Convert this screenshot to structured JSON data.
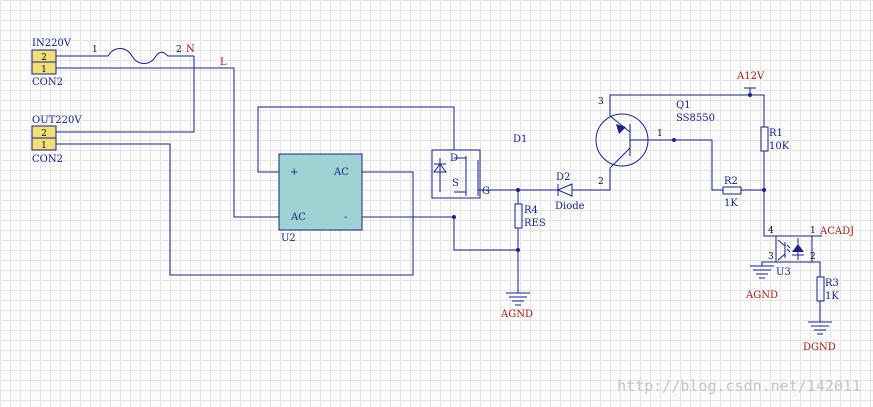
{
  "colors": {
    "wire": "#1a237e",
    "net_label": "#9b1c1c",
    "connector_fill": "#f2de7a",
    "ic_fill": "#9fd3d3",
    "grid": "#e4e4e4"
  },
  "connectors": {
    "in": {
      "name": "IN220V",
      "type": "CON2",
      "pin_top": "2",
      "pin_bottom": "1"
    },
    "out": {
      "name": "OUT220V",
      "type": "CON2",
      "pin_top": "2",
      "pin_bottom": "1"
    }
  },
  "fuse": {
    "pin1": "1",
    "pin2": "2"
  },
  "nets": {
    "n": "N",
    "l": "L",
    "a12v": "A12V",
    "acadj": "ACADJ",
    "agnd1": "AGND",
    "agnd2": "AGND",
    "dgnd": "DGND"
  },
  "bridge": {
    "ref": "U2",
    "plus": "+",
    "minus": "-",
    "ac1": "AC",
    "ac2": "AC"
  },
  "mosfet": {
    "ref": "D1",
    "d": "D",
    "s": "S",
    "g": "G"
  },
  "diode": {
    "ref": "D2",
    "value": "Diode"
  },
  "r4": {
    "ref": "R4",
    "value": "RES"
  },
  "q1": {
    "ref": "Q1",
    "value": "SS8550",
    "pin1": "1",
    "pin2": "2",
    "pin3": "3"
  },
  "r1": {
    "ref": "R1",
    "value": "10K"
  },
  "r2": {
    "ref": "R2",
    "value": "1K"
  },
  "r3": {
    "ref": "R3",
    "value": "1K"
  },
  "u3": {
    "ref": "U3",
    "pin1": "1",
    "pin2": "2",
    "pin3": "3",
    "pin4": "4"
  },
  "watermark": "http://blog.csdn.net/142011"
}
